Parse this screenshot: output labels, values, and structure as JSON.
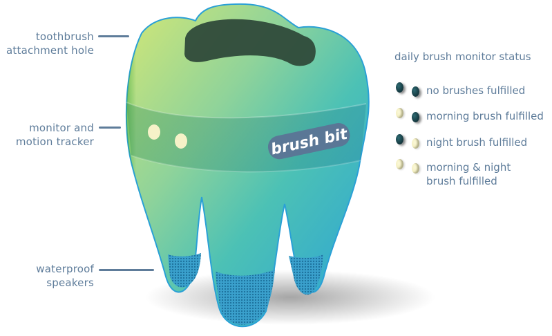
{
  "callouts": [
    {
      "id": "attachment",
      "lines": [
        "toothbrush",
        "attachment hole"
      ]
    },
    {
      "id": "monitor",
      "lines": [
        "monitor and",
        "motion tracker"
      ]
    },
    {
      "id": "speakers",
      "lines": [
        "waterproof",
        "speakers"
      ]
    }
  ],
  "product": {
    "brand_logo": "brush bit",
    "indicator_lights": 2
  },
  "legend": {
    "title": "daily brush monitor status",
    "items": [
      {
        "label_lines": [
          "no brushes fulfilled"
        ],
        "morning": "off",
        "night": "off"
      },
      {
        "label_lines": [
          "morning brush fulfilled"
        ],
        "morning": "on",
        "night": "off"
      },
      {
        "label_lines": [
          "night brush fulfilled"
        ],
        "morning": "off",
        "night": "on"
      },
      {
        "label_lines": [
          "morning & night",
          "brush fulfilled"
        ],
        "morning": "on",
        "night": "on"
      }
    ]
  },
  "colors": {
    "label_text": "#5e7c9a",
    "tooth_top": "#c6e37a",
    "tooth_mid": "#4fc0b0",
    "tooth_bottom": "#2aa6d6",
    "cavity": "#2f4a3a",
    "light_on": "#f6f2c8",
    "light_off": "#173d44"
  }
}
